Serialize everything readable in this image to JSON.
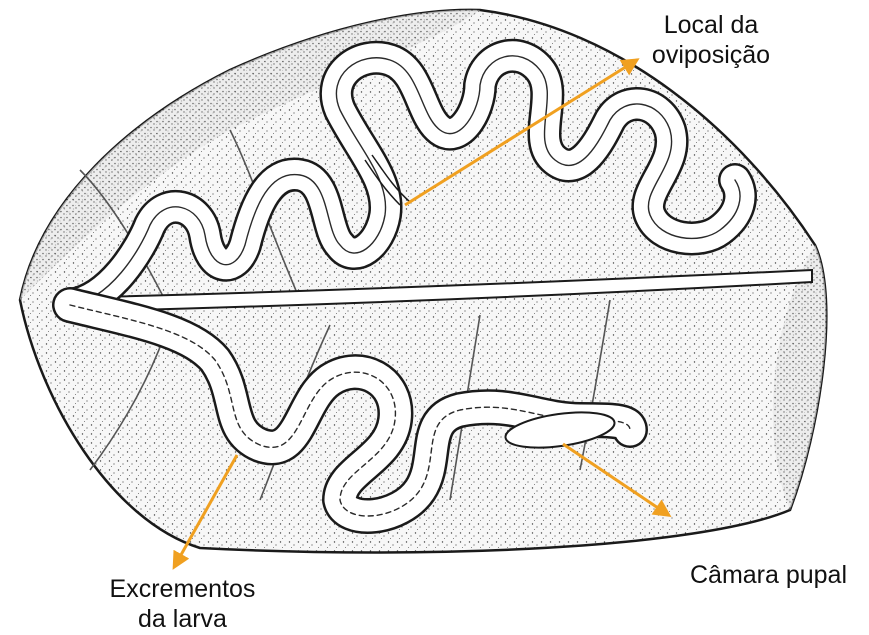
{
  "labels": {
    "oviposition": {
      "line1": "Local da",
      "line2": "oviposição"
    },
    "excrement": {
      "line1": "Excrementos",
      "line2": "da larva"
    },
    "pupal_chamber": "Câmara pupal"
  },
  "colors": {
    "arrow": "#f0a020",
    "ink": "#1a1a1a",
    "page": "#ffffff"
  }
}
